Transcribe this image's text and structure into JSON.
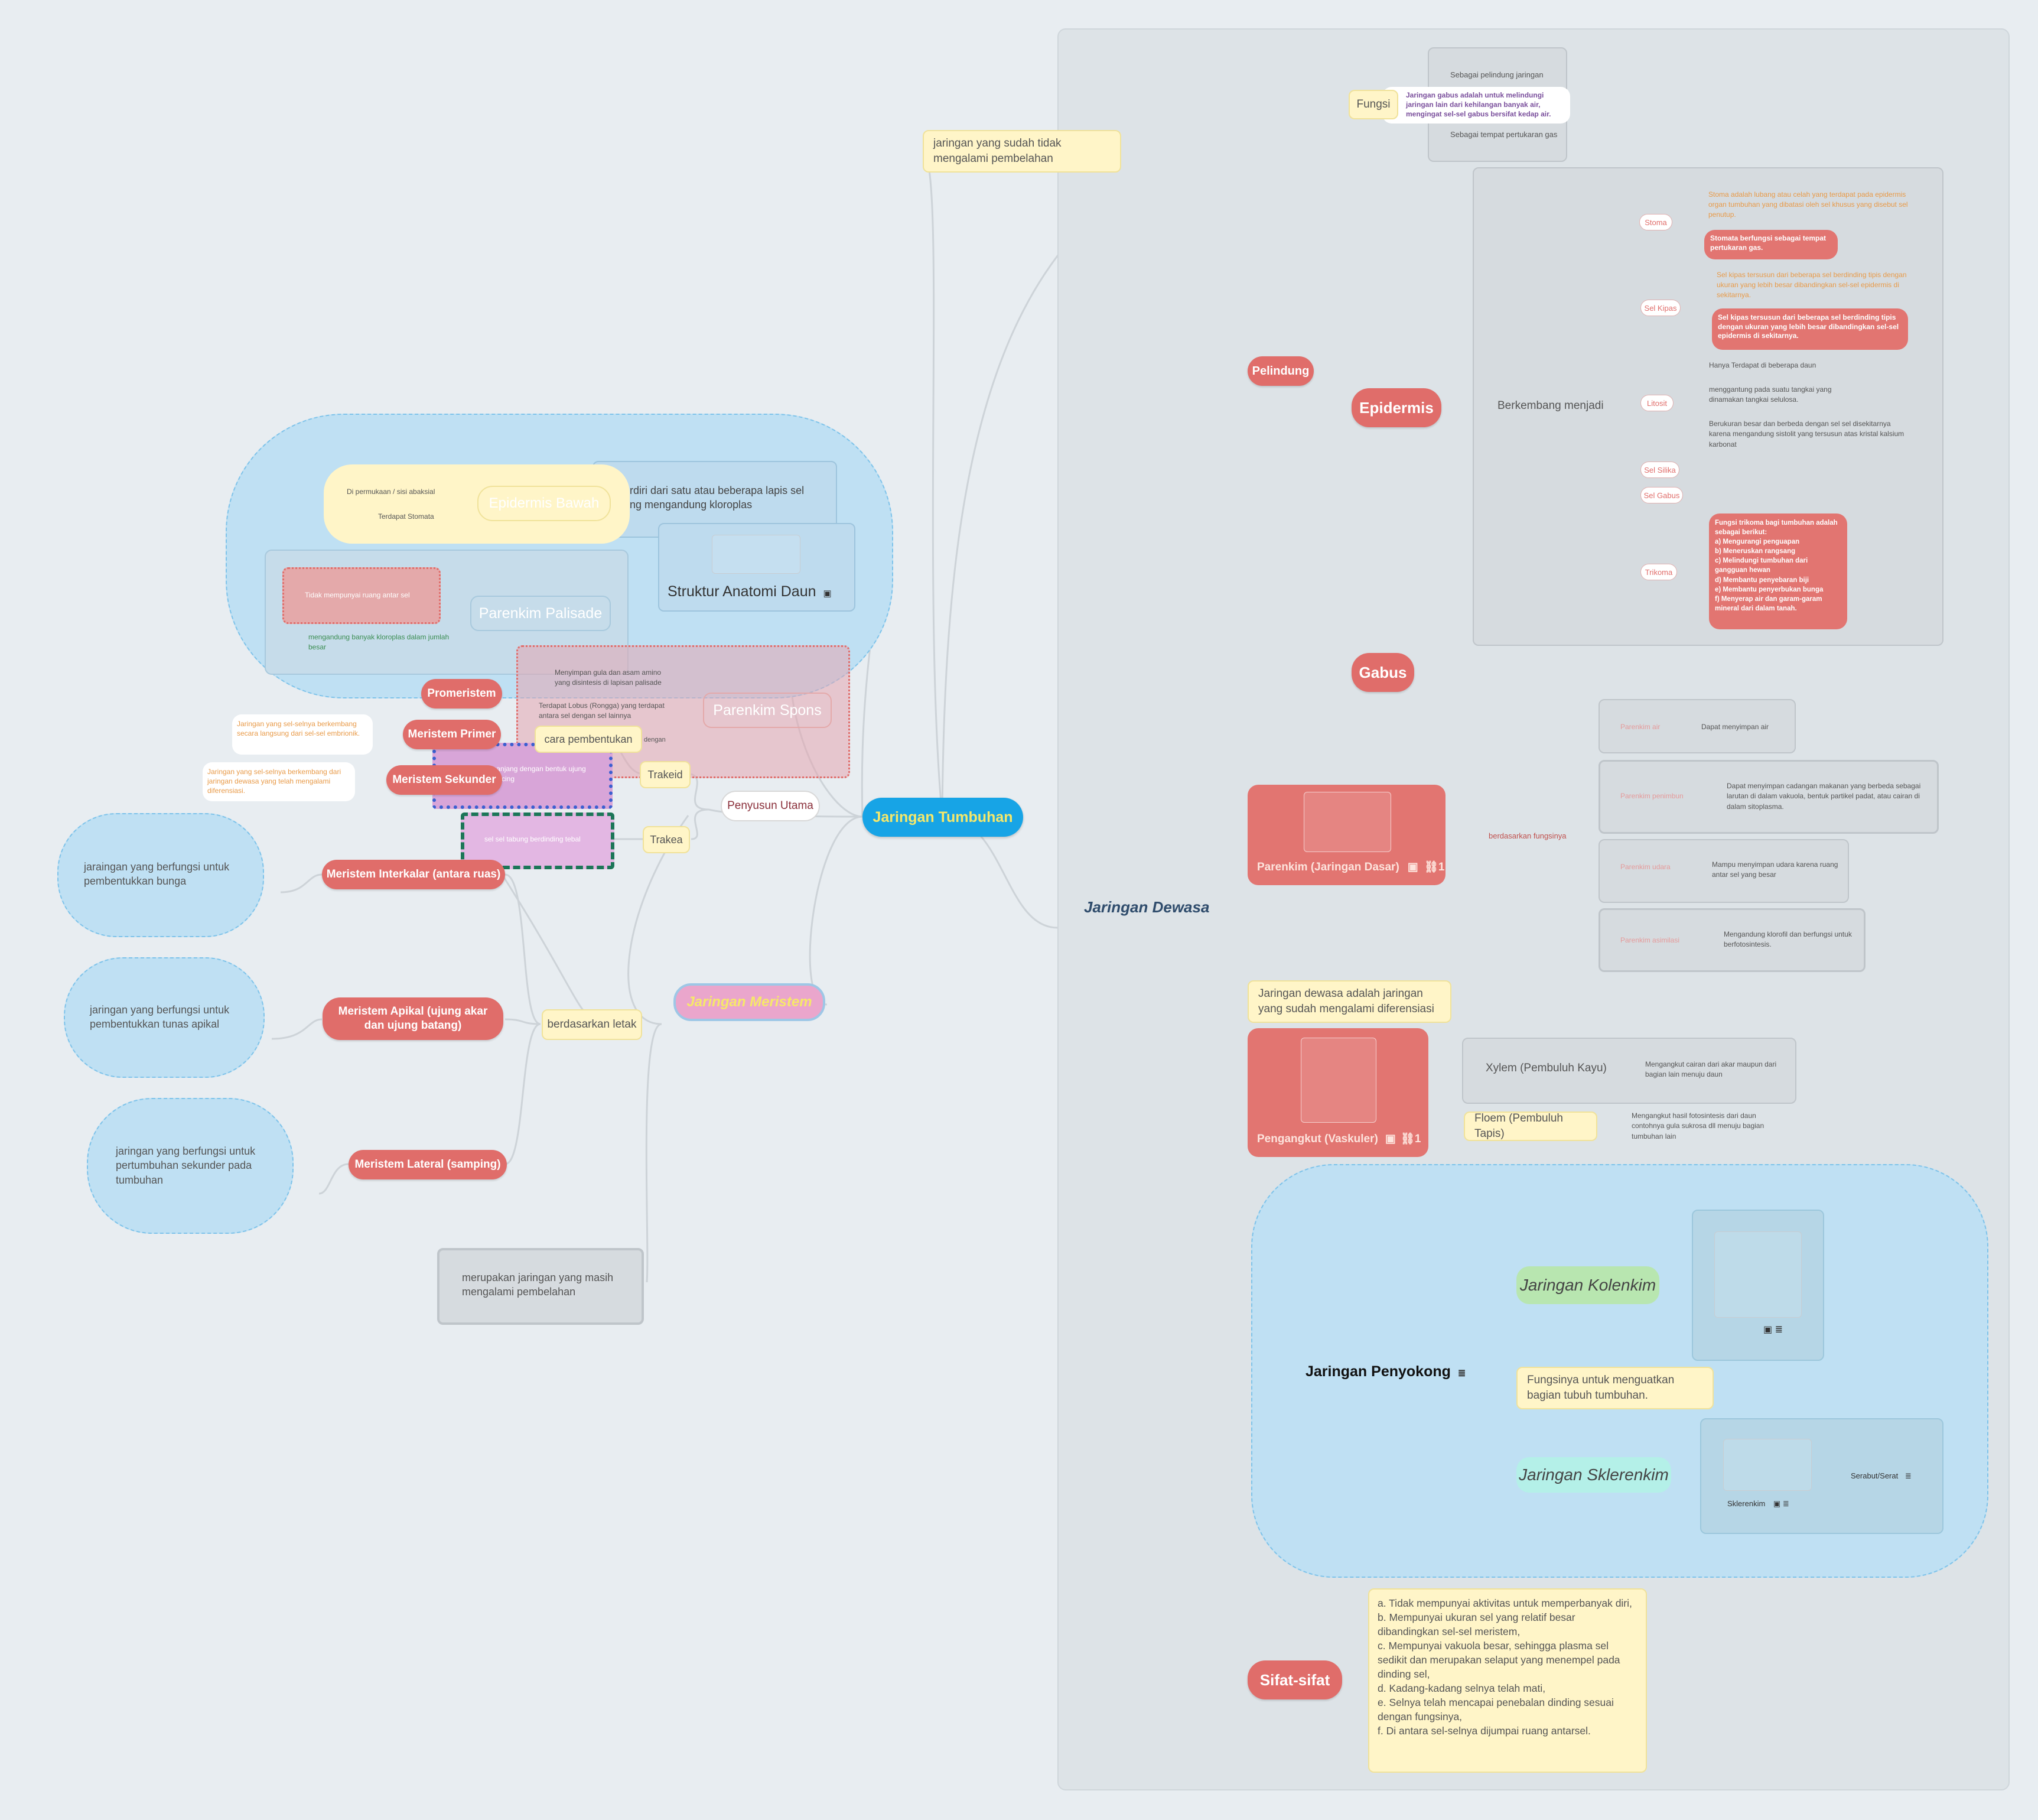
{
  "root": {
    "label": "Jaringan Tumbuhan"
  },
  "penyusun": {
    "label": "Penyusun Utama"
  },
  "dewasa": {
    "label": "Jaringan Dewasa",
    "note": "jaringan yang sudah tidak mengalami pembelahan",
    "definition": "Jaringan dewasa adalah jaringan yang sudah mengalami diferensiasi",
    "pelindung": "Pelindung",
    "fungsi": {
      "label": "Fungsi",
      "items": [
        "Sebagai pelindung jaringan",
        "Jaringan gabus adalah untuk melindungi jaringan lain dari kehilangan banyak air, mengingat sel-sel gabus bersifat kedap air.",
        "Sebagai tempat pertukaran gas"
      ]
    },
    "epidermis": {
      "label": "Epidermis",
      "berkembang": "Berkembang menjadi",
      "stoma": {
        "label": "Stoma",
        "desc": "Stoma adalah lubang atau celah yang terdapat pada epidermis organ tumbuhan yang dibatasi oleh sel khusus yang disebut sel penutup.",
        "box": "Stomata berfungsi sebagai tempat pertukaran gas."
      },
      "selkipas": {
        "label": "Sel Kipas",
        "desc": "Sel kipas tersusun dari beberapa sel berdinding tipis dengan ukuran yang lebih besar dibandingkan sel-sel epidermis di sekitarnya.",
        "box": "Sel kipas tersusun dari beberapa sel berdinding tipis dengan ukuran yang lebih besar dibandingkan sel-sel epidermis di sekitarnya."
      },
      "litosit": {
        "label": "Litosit",
        "items": [
          "Hanya Terdapat di beberapa daun",
          "menggantung pada suatu tangkai yang dinamakan tangkai selulosa.",
          "Berukuran besar dan berbeda dengan sel sel disekitarnya karena mengandung sistolit yang tersusun atas kristal kalsium karbonat"
        ]
      },
      "selsilika": "Sel Silika",
      "selgabus": "Sel Gabus",
      "trikoma": {
        "label": "Trikoma",
        "box": "Fungsi trikoma bagi tumbuhan adalah sebagai berikut:\na)     Mengurangi penguapan\nb)     Meneruskan rangsang\nc)     Melindungi tumbuhan dari gangguan hewan\nd)     Membantu penyebaran biji\ne)     Membantu penyerbukan bunga\nf)     Menyerap air dan garam-garam mineral dari dalam tanah."
      }
    },
    "gabus": "Gabus",
    "parenkim": {
      "label": "Parenkim (Jaringan Dasar)",
      "link": "1",
      "by": "berdasarkan fungsinya",
      "items": [
        {
          "name": "Parenkim air",
          "desc": "Dapat menyimpan air"
        },
        {
          "name": "Parenkim penimbun",
          "desc": "Dapat menyimpan cadangan makanan yang berbeda sebagai larutan di dalam vakuola, bentuk partikel padat, atau cairan di dalam sitoplasma."
        },
        {
          "name": "Parenkim udara",
          "desc": "Mampu menyimpan udara karena ruang antar sel yang besar"
        },
        {
          "name": "Parenkim asimilasi",
          "desc": "Mengandung klorofil dan berfungsi untuk berfotosintesis."
        }
      ]
    },
    "pengangkut": {
      "label": "Pengangkut (Vaskuler)",
      "link": "1",
      "xylem": {
        "label": "Xylem (Pembuluh Kayu)",
        "desc": "Mengangkut cairan dari akar maupun dari bagian lain menuju daun"
      },
      "floem": {
        "label": "Floem (Pembuluh Tapis)",
        "desc": "Mengangkut hasil fotosintesis dari daun contohnya gula sukrosa dll menuju bagian tumbuhan lain"
      }
    },
    "penyokong": {
      "label": "Jaringan Penyokong",
      "desc": "Fungsinya untuk menguatkan bagian tubuh tumbuhan.",
      "kolenkim": "Jaringan Kolenkim",
      "sklerenkim": "Jaringan Sklerenkim",
      "sklerenkim_img": "Sklerenkim",
      "serabut": "Serabut/Serat"
    },
    "sifat": {
      "label": "Sifat-sifat",
      "text": "a.      Tidak mempunyai aktivitas untuk memperbanyak diri,\nb.      Mempunyai ukuran sel yang relatif besar dibandingkan sel-sel meristem,\nc.      Mempunyai vakuola besar, sehingga plasma sel sedikit dan merupakan selaput yang menempel pada dinding sel,\nd.      Kadang-kadang selnya telah mati,\ne.      Selnya telah mencapai penebalan dinding sesuai dengan fungsinya,\nf.       Di antara sel-selnya dijumpai ruang antarsel."
    }
  },
  "daun": {
    "struktur": "Struktur Anatomi Daun",
    "lapis": "Terdiri dari satu atau beberapa lapis sel yang mengandung kloroplas",
    "epidermis_bawah": "Epidermis Bawah",
    "eb_items": [
      "Di permukaan / sisi abaksial",
      "Terdapat Stomata"
    ],
    "palisade": "Parenkim Palisade",
    "pal_items": [
      "Tidak mempunyai ruang antar sel",
      "mengandung banyak kloroplas dalam jumlah besar"
    ],
    "spons": "Parenkim Spons",
    "spons_items": [
      "Menyimpan gula dan asam amino yang disintesis di lapisan palisade",
      "Terdapat Lobus (Rongga) yang terdapat antara sel dengan sel lainnya"
    ],
    "dengan": "dengan"
  },
  "xylem_left": {
    "trakeid": "Trakeid",
    "trakea": "Trakea",
    "trakeid_desc": "sel panjang dengan bentuk ujung meruncing",
    "trakea_desc": "sel sel tabung berdinding tebal",
    "cara": "cara pembentukan"
  },
  "meristem": {
    "label": "Jaringan Meristem",
    "note": "merupakan jaringan yang masih mengalami pembelahan",
    "letak": "berdasarkan letak",
    "promeristem": "Promeristem",
    "primer": "Meristem Primer",
    "primer_desc": "Jaringan yang sel-selnya berkembang secara langsung dari sel-sel embrionik.",
    "sekunder": "Meristem Sekunder",
    "sekunder_desc": "Jaringan yang sel-selnya berkembang dari jaringan dewasa yang telah mengalami diferensiasi.",
    "interkalar": "Meristem Interkalar (antara ruas)",
    "interkalar_desc": "jaraingan yang berfungsi untuk pembentukkan bunga",
    "apikal": "Meristem Apikal (ujung akar dan ujung batang)",
    "apikal_desc": "jaringan yang berfungsi untuk pembentukkan tunas apikal",
    "lateral": "Meristem Lateral (samping)",
    "lateral_desc": "jaringan yang berfungsi untuk pertumbuhan sekunder pada tumbuhan"
  }
}
